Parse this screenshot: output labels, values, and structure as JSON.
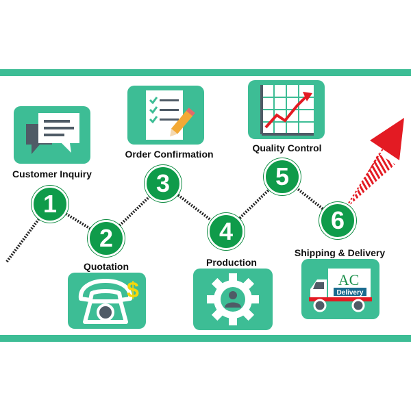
{
  "colors": {
    "band": "#3dbd95",
    "card": "#3dbd95",
    "step_circle": "#0f9b4a",
    "arrow": "#e31b23",
    "path": "#222222"
  },
  "steps": [
    {
      "number": "1",
      "label": "Customer Inquiry",
      "icon": "chat-bubble-icon"
    },
    {
      "number": "2",
      "label": "Quotation",
      "icon": "phone-dollar-icon"
    },
    {
      "number": "3",
      "label": "Order Confirmation",
      "icon": "checklist-pencil-icon"
    },
    {
      "number": "4",
      "label": "Production",
      "icon": "gear-person-icon"
    },
    {
      "number": "5",
      "label": "Quality Control",
      "icon": "growth-chart-icon"
    },
    {
      "number": "6",
      "label": "Shipping & Delivery",
      "icon": "delivery-truck-icon"
    }
  ],
  "truck": {
    "logo_text": "AC",
    "side_text": "Delivery"
  },
  "phone": {
    "symbol": "$"
  }
}
